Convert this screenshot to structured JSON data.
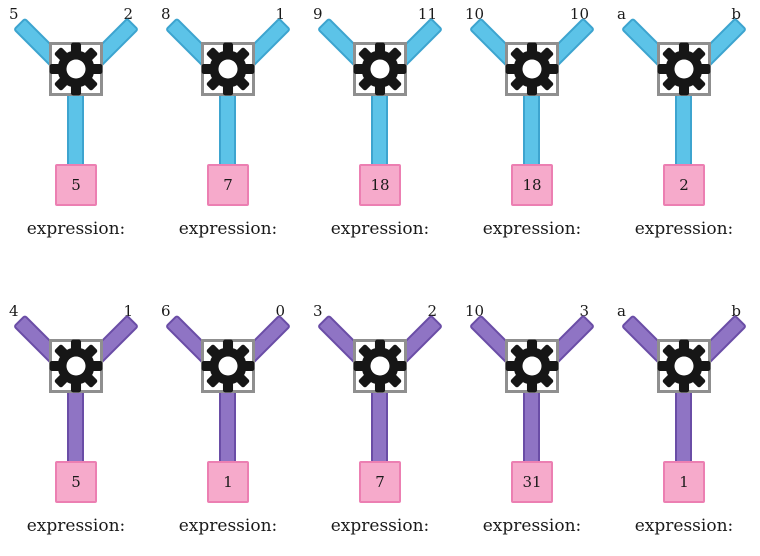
{
  "labels": {
    "expression": "expression:"
  },
  "colors": {
    "output_fill": "#f6aacb",
    "output_border": "#ec7fb2",
    "gear": "#161616",
    "gearbox_border": "#8f8f8f",
    "row1_arm": "#5cc3e8",
    "row2_arm": "#8f74c4"
  },
  "rows": [
    {
      "color_name": "blue",
      "arm_fill": "#5cc3e8",
      "arm_border": "#3da4cf",
      "machines": [
        {
          "left": "5",
          "right": "2",
          "output": "5"
        },
        {
          "left": "8",
          "right": "1",
          "output": "7"
        },
        {
          "left": "9",
          "right": "11",
          "output": "18"
        },
        {
          "left": "10",
          "right": "10",
          "output": "18"
        },
        {
          "left": "a",
          "right": "b",
          "output": "2"
        }
      ]
    },
    {
      "color_name": "purple",
      "arm_fill": "#8f74c4",
      "arm_border": "#6a4da6",
      "machines": [
        {
          "left": "4",
          "right": "1",
          "output": "5"
        },
        {
          "left": "6",
          "right": "0",
          "output": "1"
        },
        {
          "left": "3",
          "right": "2",
          "output": "7"
        },
        {
          "left": "10",
          "right": "3",
          "output": "31"
        },
        {
          "left": "a",
          "right": "b",
          "output": "1"
        }
      ]
    }
  ]
}
